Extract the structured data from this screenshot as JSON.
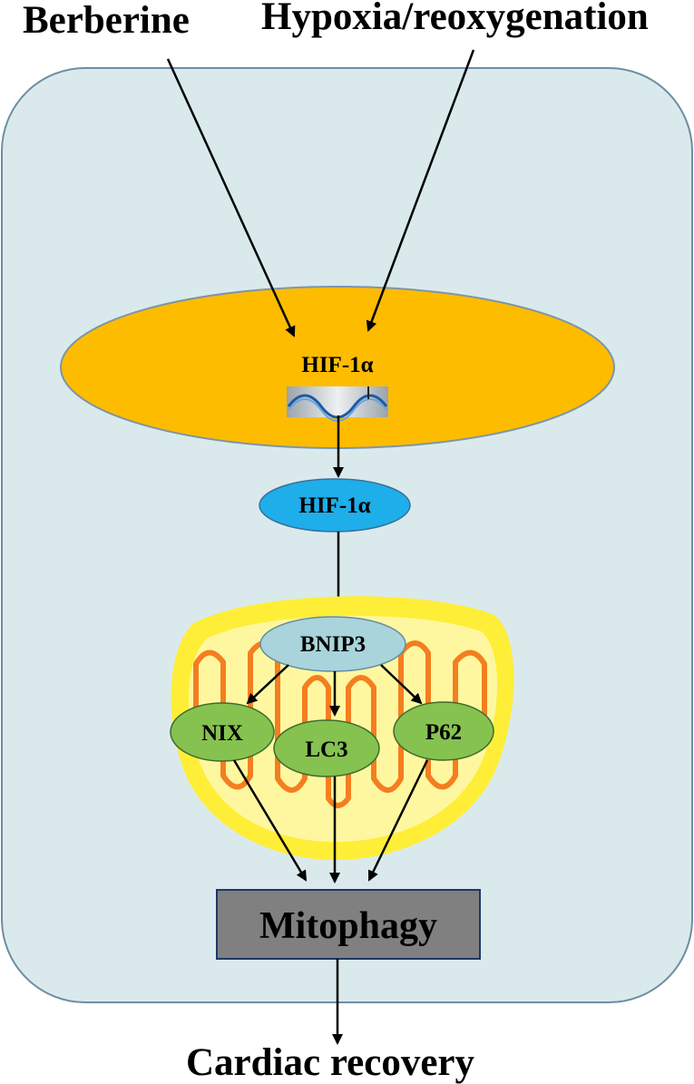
{
  "inputs": {
    "left": "Berberine",
    "right": "Hypoxia/reoxygenation"
  },
  "nucleus": {
    "label": "HIF-1α"
  },
  "cytoplasm": {
    "label": "HIF-1α"
  },
  "mitochondrion": {
    "center": "BNIP3",
    "left": "NIX",
    "middle": "LC3",
    "right": "P62"
  },
  "process": {
    "label": "Mitophagy"
  },
  "outcome": {
    "label": "Cardiac recovery"
  },
  "colors": {
    "cell_fill": "#daeaec",
    "cell_stroke": "#6d8ea3",
    "nucleus_fill": "#fdbc00",
    "nucleus_stroke": "#7d95a7",
    "hif_fill": "#1eaeea",
    "mito_outer": "#ffee38",
    "mito_inner": "#fff7a0",
    "cristae": "#f47e20",
    "bnip3_fill": "#a9d4db",
    "node_green": "#86c250",
    "mitophagy_fill": "#808080",
    "mitophagy_stroke": "#1f3768"
  }
}
